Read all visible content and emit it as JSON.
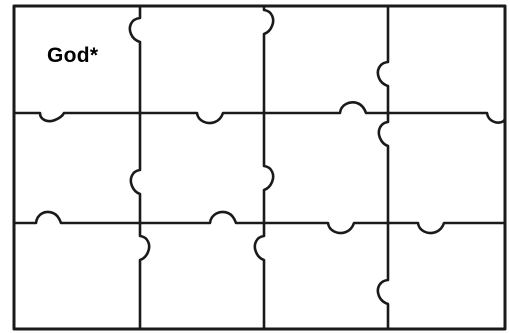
{
  "puzzle": {
    "rows": 3,
    "columns": 4,
    "pieces": [
      {
        "row": 1,
        "column": 1,
        "label": "God*"
      },
      {
        "row": 1,
        "column": 2,
        "label": ""
      },
      {
        "row": 1,
        "column": 3,
        "label": ""
      },
      {
        "row": 1,
        "column": 4,
        "label": ""
      },
      {
        "row": 2,
        "column": 1,
        "label": ""
      },
      {
        "row": 2,
        "column": 2,
        "label": ""
      },
      {
        "row": 2,
        "column": 3,
        "label": ""
      },
      {
        "row": 2,
        "column": 4,
        "label": ""
      },
      {
        "row": 3,
        "column": 1,
        "label": ""
      },
      {
        "row": 3,
        "column": 2,
        "label": ""
      },
      {
        "row": 3,
        "column": 3,
        "label": ""
      },
      {
        "row": 3,
        "column": 4,
        "label": ""
      }
    ],
    "line_color": "#1a1a1a",
    "background_color": "#ffffff"
  }
}
